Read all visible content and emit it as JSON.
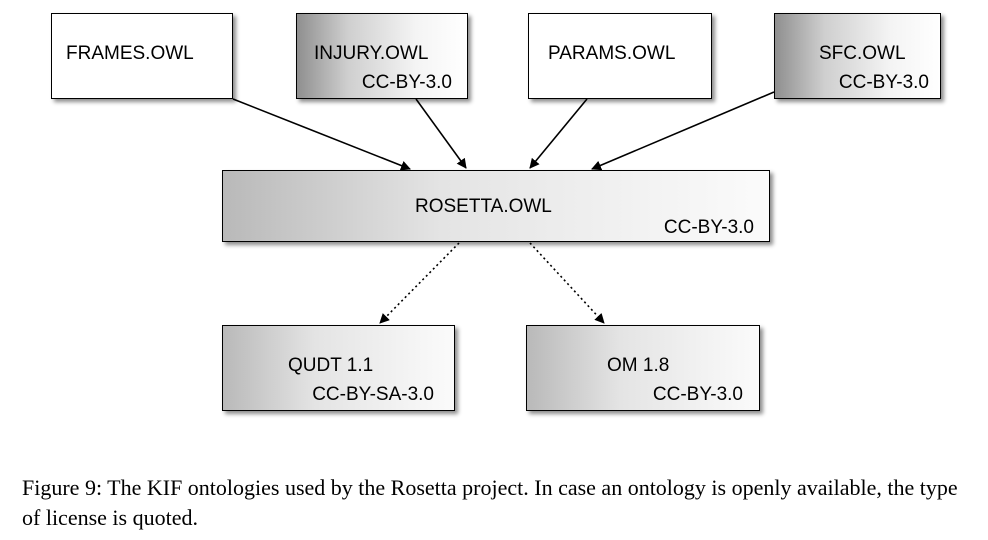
{
  "diagram": {
    "nodes": [
      {
        "id": "frames",
        "name": "FRAMES.OWL",
        "license": ""
      },
      {
        "id": "injury",
        "name": "INJURY.OWL",
        "license": "CC-BY-3.0"
      },
      {
        "id": "params",
        "name": "PARAMS.OWL",
        "license": ""
      },
      {
        "id": "sfc",
        "name": "SFC.OWL",
        "license": "CC-BY-3.0"
      },
      {
        "id": "rosetta",
        "name": "ROSETTA.OWL",
        "license": "CC-BY-3.0"
      },
      {
        "id": "qudt",
        "name": "QUDT 1.1",
        "license": "CC-BY-SA-3.0"
      },
      {
        "id": "om",
        "name": "OM 1.8",
        "license": "CC-BY-3.0"
      }
    ],
    "edges": [
      {
        "from": "frames",
        "to": "rosetta",
        "style": "solid"
      },
      {
        "from": "injury",
        "to": "rosetta",
        "style": "solid"
      },
      {
        "from": "params",
        "to": "rosetta",
        "style": "solid"
      },
      {
        "from": "sfc",
        "to": "rosetta",
        "style": "solid"
      },
      {
        "from": "rosetta",
        "to": "qudt",
        "style": "dotted"
      },
      {
        "from": "rosetta",
        "to": "om",
        "style": "dotted"
      }
    ]
  },
  "caption": "Figure 9: The KIF ontologies used by the Rosetta project. In case an ontology is openly available, the type of license is quoted."
}
